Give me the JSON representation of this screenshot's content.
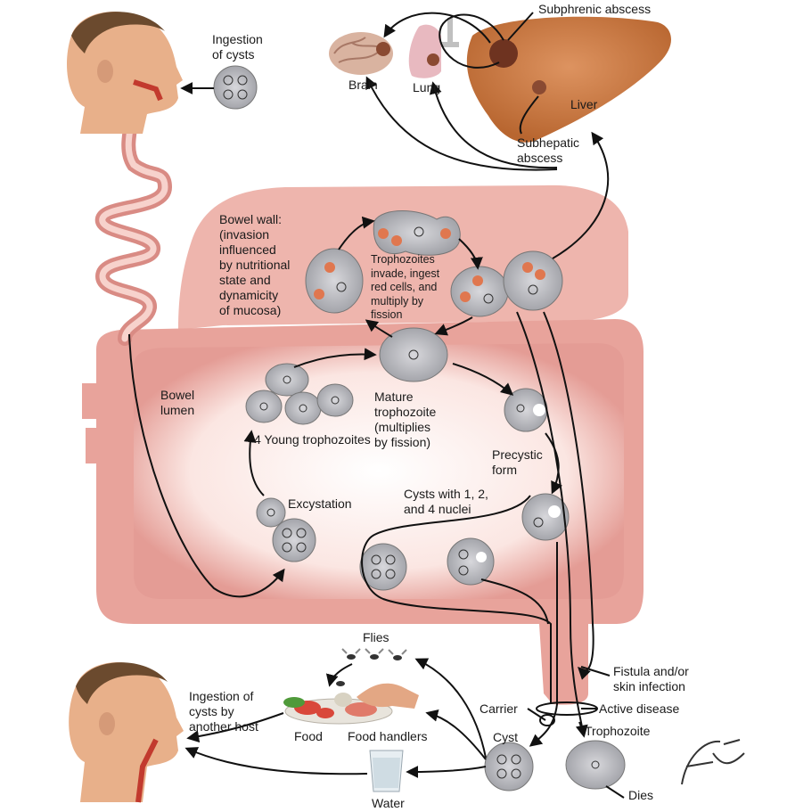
{
  "labels": {
    "ingestion_of_cysts": "Ingestion\nof cysts",
    "brain": "Brain",
    "lung": "Lung",
    "subphrenic_abscess": "Subphrenic abscess",
    "liver": "Liver",
    "subhepatic_abscess": "Subhepatic\nabscess",
    "bowel_wall": "Bowel wall:\n(invasion\ninfluenced\nby nutritional\nstate and\ndynamicity\nof mucosa)",
    "trophozoites_invade": "Trophozoites\ninvade, ingest\nred cells, and\nmultiply by\nfission",
    "bowel_lumen": "Bowel\nlumen",
    "mature_trophozoite": "Mature\ntrophozoite\n(multiplies\nby fission)",
    "young_trophozoites": "4 Young trophozoites",
    "precystic_form": "Precystic\nform",
    "excystation": "Excystation",
    "cysts_with_nuclei": "Cysts with 1, 2,\nand 4 nuclei",
    "flies": "Flies",
    "ingestion_by_another_host": "Ingestion of\ncysts by\nanother host",
    "food": "Food",
    "food_handlers": "Food handlers",
    "water": "Water",
    "carrier": "Carrier",
    "cyst": "Cyst",
    "fistula": "Fistula and/or\nskin infection",
    "active_disease": "Active disease",
    "trophozoite": "Trophozoite",
    "dies": "Dies"
  },
  "signature": "F. Netter M.D.",
  "colors": {
    "bowel_fill": "#e9a7a0",
    "bowel_light": "#fbeae6",
    "liver": "#c9763f",
    "skin": "#e8b08a",
    "hair": "#6b4a2e",
    "cell": "#c9c9cd",
    "red_cell": "#e0774f",
    "line": "#111111"
  }
}
